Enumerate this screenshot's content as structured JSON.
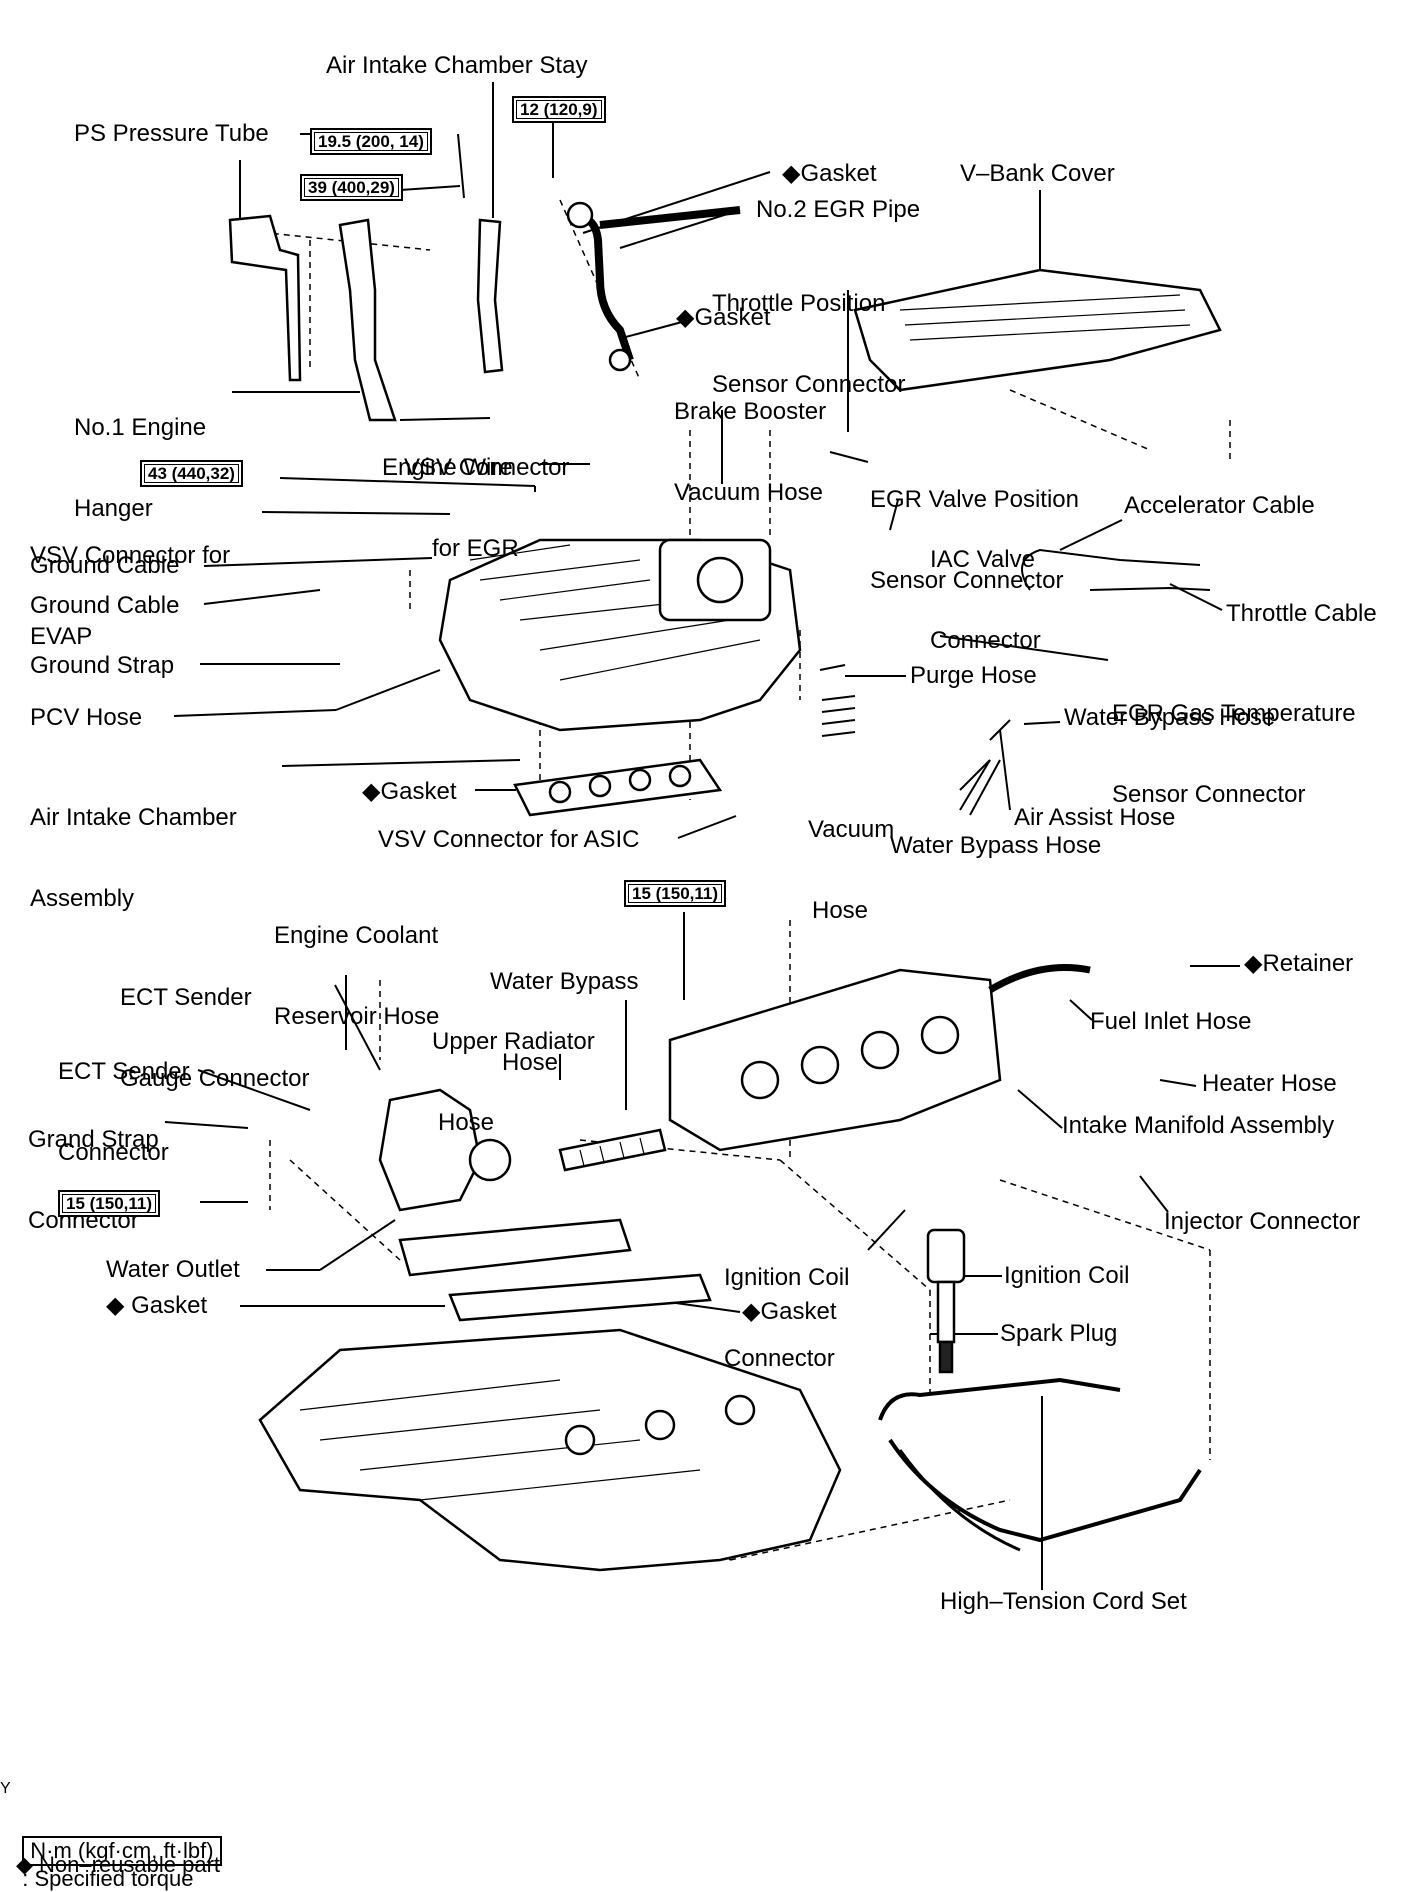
{
  "labels": {
    "air_intake_chamber_stay": "Air Intake Chamber Stay",
    "ps_pressure_tube": "PS Pressure Tube",
    "gasket_1": "◆Gasket",
    "v_bank_cover": "V–Bank Cover",
    "no2_egr_pipe": "No.2 EGR Pipe",
    "throttle_position_sensor_connector": [
      "Throttle Position",
      "Sensor Connector"
    ],
    "gasket_2": "◆Gasket",
    "brake_booster_vacuum_hose": [
      "Brake Booster",
      "Vacuum Hose"
    ],
    "no1_engine_hanger": [
      "No.1 Engine",
      "Hanger"
    ],
    "vsv_connector_egr": [
      "VSV Connector",
      "for EGR"
    ],
    "engine_wire": "Engine Wire",
    "egr_valve_position_sensor_connector": [
      "EGR Valve Position",
      "Sensor Connector"
    ],
    "vsv_connector_evap": [
      "VSV Connector for",
      "EVAP"
    ],
    "iac_valve_connector": [
      "IAC Valve",
      "Connector"
    ],
    "accelerator_cable": "Accelerator Cable",
    "ground_cable_1": "Ground Cable",
    "ground_cable_2": "Ground Cable",
    "throttle_cable": "Throttle Cable",
    "ground_strap": "Ground Strap",
    "egr_gas_temperature_sensor_connector": [
      "EGR Gas Temperature",
      "Sensor Connector"
    ],
    "purge_hose": "Purge Hose",
    "pcv_hose": "PCV Hose",
    "water_bypass_hose_1": "Water Bypass Hose",
    "air_intake_chamber_assembly": [
      "Air Intake Chamber",
      "Assembly"
    ],
    "gasket_3": "◆Gasket",
    "vacuum_hose": [
      "Vacuum",
      "Hose"
    ],
    "air_assist_hose": "Air Assist Hose",
    "water_bypass_hose_2": "Water Bypass Hose",
    "vsv_connector_asic": "VSV Connector for ASIC",
    "engine_coolant_reservoir_hose": [
      "Engine Coolant",
      "Reservoir Hose"
    ],
    "ect_sender_gauge_connector": [
      "ECT Sender",
      "Gauge Connector"
    ],
    "water_bypass_hose_3": [
      "Water Bypass",
      "Hose"
    ],
    "retainer": "◆Retainer",
    "upper_radiator_hose": [
      "Upper Radiator",
      "Hose"
    ],
    "ect_sender_connector": [
      "ECT Sender",
      "Connector"
    ],
    "fuel_inlet_hose": "Fuel Inlet Hose",
    "grand_strap_connector": [
      "Grand Strap",
      "Connector"
    ],
    "heater_hose": "Heater Hose",
    "intake_manifold_assembly": "Intake Manifold Assembly",
    "injector_connector": "Injector Connector",
    "ignition_coil_connector": [
      "Ignition Coil",
      "Connector"
    ],
    "water_outlet": "Water Outlet",
    "ignition_coil": "Ignition Coil",
    "gasket_4": "◆ Gasket",
    "gasket_5": "◆Gasket",
    "spark_plug": "Spark Plug",
    "high_tension_cord_set": "High–Tension Cord Set"
  },
  "torques": {
    "t1": "19.5 (200, 14)",
    "t2": "12 (120,9)",
    "t3": "39 (400,29)",
    "t4": "43 (440,32)",
    "t5": "15 (150,11)",
    "t6": "15 (150,11)"
  },
  "legend": {
    "key_mark": "Y",
    "torque_unit": "N·m (kgf·cm, ft·lbf)",
    "torque_desc": ": Specified torque",
    "non_reusable": "◆ Non–reusable part"
  }
}
